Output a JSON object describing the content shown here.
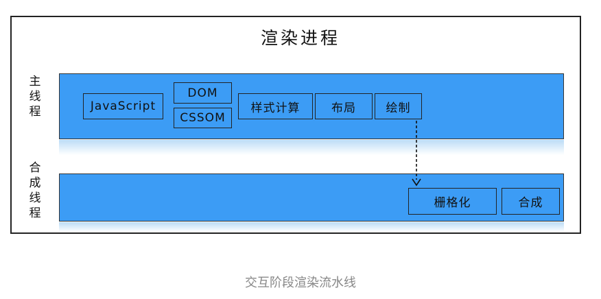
{
  "title": "渲染进程",
  "main_thread": {
    "label": "主\n线\n程",
    "tasks": {
      "javascript": "JavaScript",
      "dom": "DOM",
      "cssom": "CSSOM",
      "style": "样式计算",
      "layout": "布局",
      "paint": "绘制"
    }
  },
  "compositor_thread": {
    "label": "合\n成\n线\n程",
    "tasks": {
      "raster": "栅格化",
      "composite": "合成"
    }
  },
  "caption": "交互阶段渲染流水线",
  "colors": {
    "band": "#3c9cf5",
    "border": "#222222",
    "caption": "#888888"
  }
}
